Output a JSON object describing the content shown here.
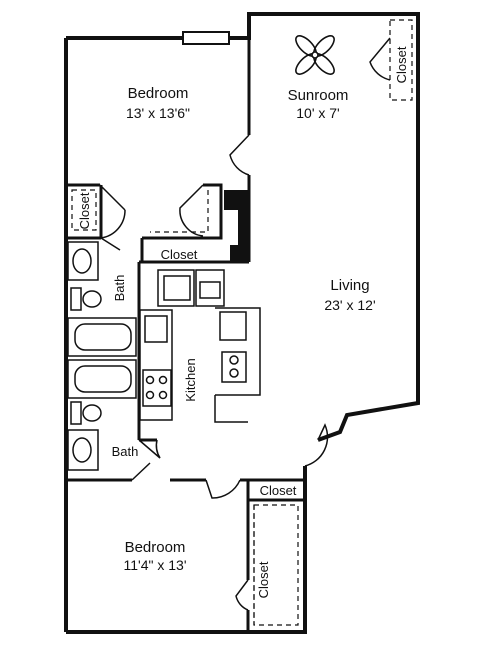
{
  "rooms": {
    "bedroom_top": {
      "name": "Bedroom",
      "dims": "13' x 13'6\""
    },
    "sunroom": {
      "name": "Sunroom",
      "dims": "10' x 7'"
    },
    "living": {
      "name": "Living",
      "dims": "23' x 12'"
    },
    "bedroom_bottom": {
      "name": "Bedroom",
      "dims": "11'4\" x 13'"
    }
  },
  "labels": {
    "closet_sunroom": "Closet",
    "closet_bed1_side": "Closet",
    "closet_hall": "Closet",
    "bath_upper": "Bath",
    "kitchen": "Kitchen",
    "bath_lower": "Bath",
    "closet_bed2_top": "Closet",
    "closet_bed2_side": "Closet"
  },
  "icons": {
    "ceiling_fan": "ceiling-fan-icon",
    "fireplace": "fireplace-icon"
  },
  "colors": {
    "wall": "#111111",
    "background": "#ffffff"
  }
}
